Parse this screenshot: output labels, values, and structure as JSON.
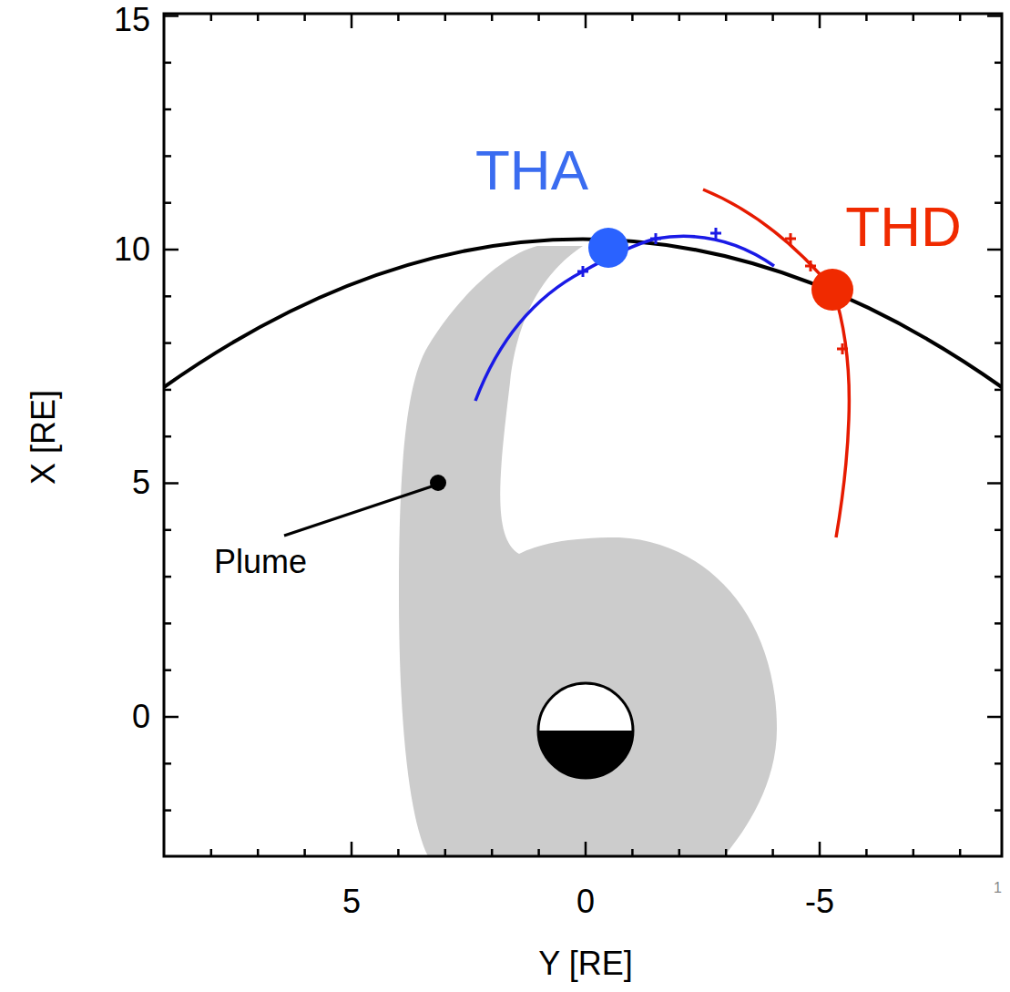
{
  "diagram": {
    "labels": [
      "THA",
      "THD",
      "15",
      "10",
      "5",
      "0",
      "X [RE]",
      "Plume",
      "5",
      "0",
      "-5",
      "Y [RE]",
      "1"
    ]
  }
}
